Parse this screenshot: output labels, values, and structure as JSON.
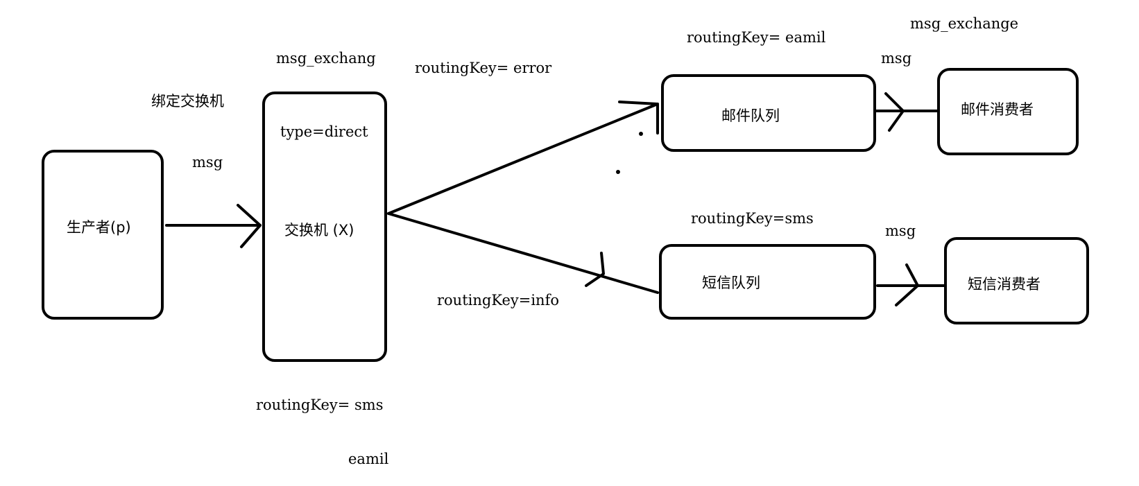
{
  "nodes": {
    "producer": "生产者(p)",
    "exchange_name": "交换机 (X)",
    "exchange_type": "type=direct",
    "mail_queue": "邮件队列",
    "sms_queue": "短信队列",
    "mail_consumer": "邮件消费者",
    "sms_consumer": "短信消费者"
  },
  "labels": {
    "bind_exchange": "绑定交换机",
    "msg_exchang": "msg_exchang",
    "msg_producer": "msg",
    "routing_error": "routingKey= error",
    "routing_email_top": "routingKey=  eamil",
    "msg_exchange_top": "msg_exchange",
    "msg_mail": "msg",
    "routing_sms_mid": "routingKey=sms",
    "msg_sms": "msg",
    "routing_info": "routingKey=info",
    "routing_sms_bottom": "routingKey= sms",
    "eamil_bottom": "eamil"
  }
}
